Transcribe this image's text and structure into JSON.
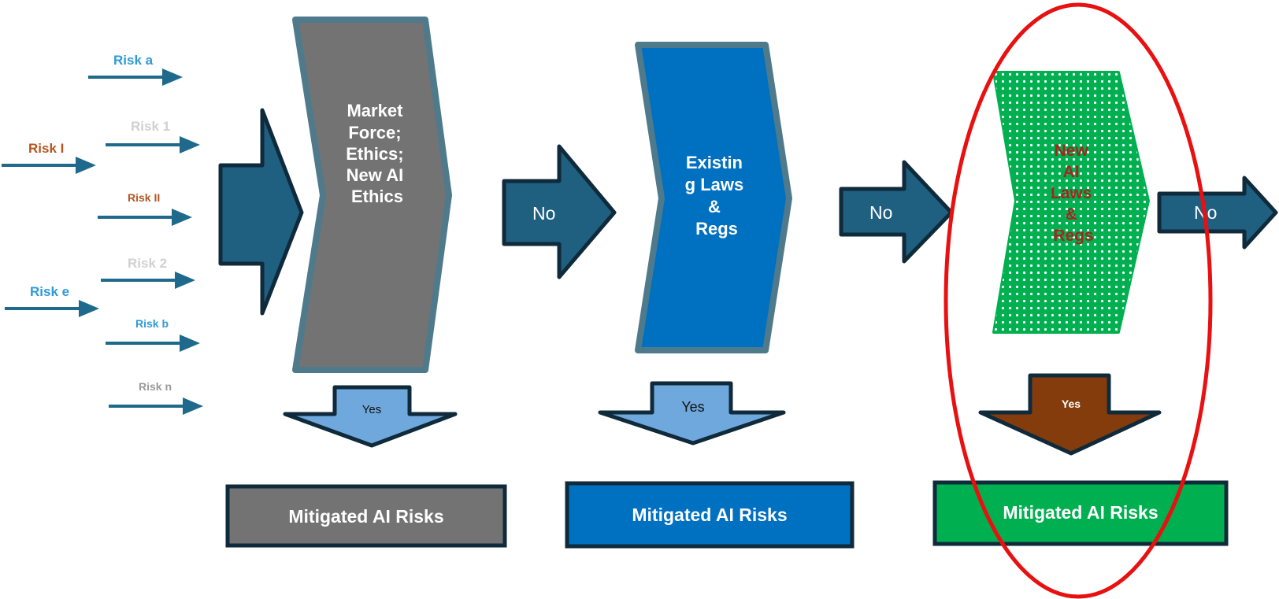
{
  "risks": [
    {
      "label": "Risk a",
      "color": "#2E9BD6"
    },
    {
      "label": "Risk 1",
      "color": "#D0D0D0"
    },
    {
      "label": "Risk I",
      "color": "#B5561F"
    },
    {
      "label": "Risk II",
      "color": "#B5561F"
    },
    {
      "label": "Risk 2",
      "color": "#D0D0D0"
    },
    {
      "label": "Risk e",
      "color": "#2E9BD6"
    },
    {
      "label": "Risk b",
      "color": "#2E9BD6"
    },
    {
      "label": "Risk n",
      "color": "#9A9A9A"
    }
  ],
  "stages": [
    {
      "lines": [
        "Market",
        "Force;",
        "",
        "Ethics;",
        "",
        "New AI",
        "Ethics"
      ],
      "fill": "#737373",
      "border": "#4E7A8C",
      "text_color": "#FFFFFF",
      "yes_label": "Yes",
      "yes_fill": "#6FA8DC",
      "result_label": "Mitigated AI Risks",
      "result_fill": "#737373"
    },
    {
      "lines": [
        "Existin",
        "g Laws",
        "&",
        "Regs"
      ],
      "fill": "#0070C0",
      "border": "#4E7A8C",
      "text_color": "#FFFFFF",
      "yes_label": "Yes",
      "yes_fill": "#6FA8DC",
      "result_label": "Mitigated AI Risks",
      "result_fill": "#0070C0"
    },
    {
      "lines": [
        "New",
        "AI",
        "Laws",
        "&",
        "Regs"
      ],
      "fill": "#00B050",
      "border": "#00B050",
      "text_color": "#A0281E",
      "yes_label": "Yes",
      "yes_fill": "#843C0C",
      "result_label": "Mitigated AI Risks",
      "result_fill": "#00B050"
    }
  ],
  "no_labels": [
    "No",
    "No",
    "No"
  ],
  "colors": {
    "arrow_fill": "#1F5F80",
    "arrow_outline": "#0F2A3A",
    "risk_arrow": "#1F6A8C",
    "highlight": "#E81010"
  }
}
